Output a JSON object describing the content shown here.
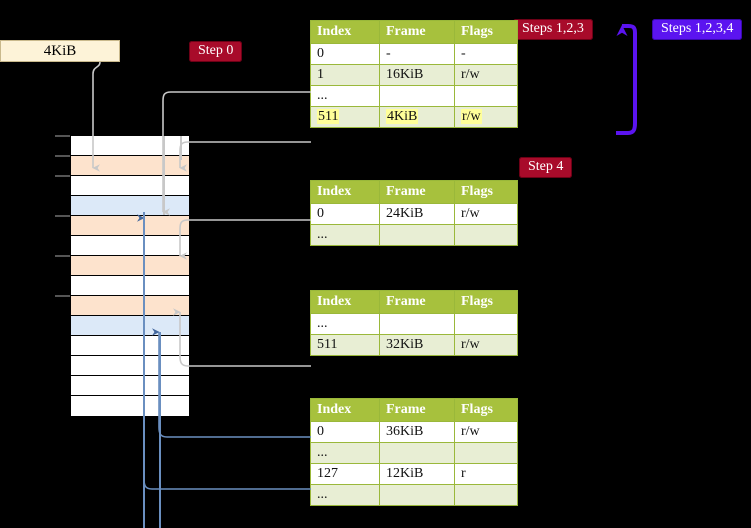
{
  "labels": {
    "size_box": "4KiB",
    "step0": "Step 0",
    "step4": "Step 4",
    "steps123": "Steps 1,2,3",
    "steps1234": "Steps 1,2,3,4"
  },
  "colors": {
    "table_header": "#a7c13d",
    "table_alt_row": "#e8eed4",
    "highlight": "#ffff99",
    "badge_red": "#a80b2a",
    "badge_blue": "#5b14f0",
    "mem_peach": "#fde3cd",
    "mem_blue": "#dce9f8",
    "size_box": "#fdf3d8",
    "grey_connector": "#c8c8c8",
    "blue_connector": "#6a8fc0"
  },
  "table_columns": [
    "Index",
    "Frame",
    "Flags"
  ],
  "tables": [
    {
      "name": "pml4-table",
      "rows": [
        {
          "index": "0",
          "frame": "-",
          "flags": "-",
          "style": "plain"
        },
        {
          "index": "1",
          "frame": "16KiB",
          "flags": "r/w",
          "style": "alt"
        },
        {
          "index": "...",
          "frame": "",
          "flags": "",
          "style": "plain"
        },
        {
          "index": "511",
          "frame": "4KiB",
          "flags": "r/w",
          "style": "hl"
        }
      ]
    },
    {
      "name": "pdpt-table",
      "rows": [
        {
          "index": "0",
          "frame": "24KiB",
          "flags": "r/w",
          "style": "plain"
        },
        {
          "index": "...",
          "frame": "",
          "flags": "",
          "style": "alt"
        }
      ]
    },
    {
      "name": "pd-table",
      "rows": [
        {
          "index": "...",
          "frame": "",
          "flags": "",
          "style": "plain"
        },
        {
          "index": "511",
          "frame": "32KiB",
          "flags": "r/w",
          "style": "alt"
        }
      ]
    },
    {
      "name": "pt-table",
      "rows": [
        {
          "index": "0",
          "frame": "36KiB",
          "flags": "r/w",
          "style": "plain"
        },
        {
          "index": "...",
          "frame": "",
          "flags": "",
          "style": "alt"
        },
        {
          "index": "127",
          "frame": "12KiB",
          "flags": "r",
          "style": "plain"
        },
        {
          "index": "...",
          "frame": "",
          "flags": "",
          "style": "alt"
        }
      ]
    }
  ],
  "memory_grid": {
    "rows": [
      {
        "fill": "white"
      },
      {
        "fill": "peach"
      },
      {
        "fill": "white"
      },
      {
        "fill": "blue"
      },
      {
        "fill": "peach"
      },
      {
        "fill": "white"
      },
      {
        "fill": "peach"
      },
      {
        "fill": "white"
      },
      {
        "fill": "peach"
      },
      {
        "fill": "blue"
      },
      {
        "fill": "white"
      },
      {
        "fill": "white"
      },
      {
        "fill": "white"
      },
      {
        "fill": "white"
      }
    ],
    "tick_rows": [
      0,
      1,
      2,
      4,
      6,
      8
    ]
  }
}
